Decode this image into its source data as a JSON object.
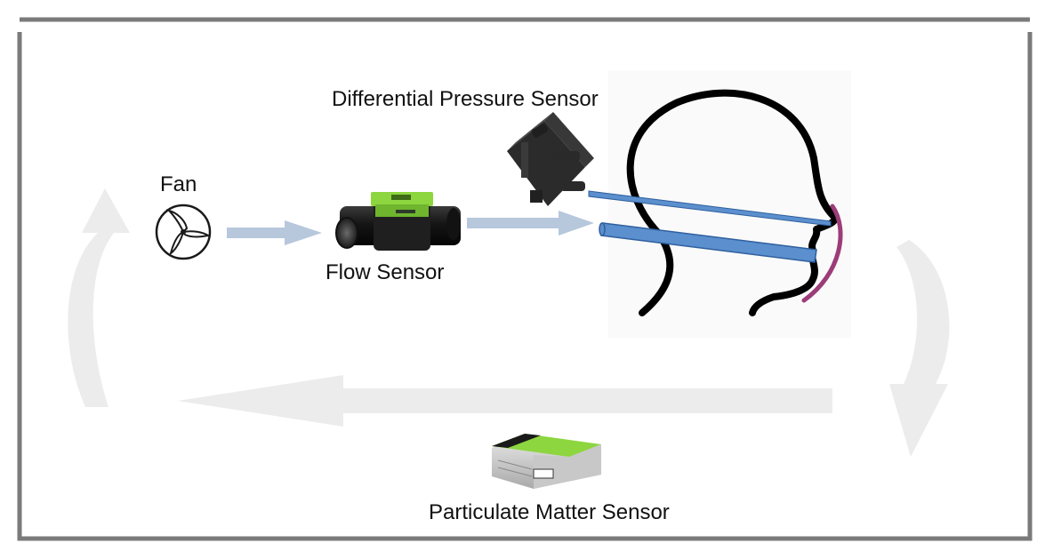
{
  "labels": {
    "fan": "Fan",
    "flow_sensor": "Flow Sensor",
    "differential_pressure_sensor": "Differential Pressure Sensor",
    "particulate_matter_sensor": "Particulate Matter Sensor"
  },
  "colors": {
    "frame": "#7a7a7a",
    "flow_arrow": "#b7c7dc",
    "return_arrow": "#ececec",
    "tube": "#5b8fce",
    "tube_outline": "#2f5f9e",
    "mask": "#9c3c78",
    "head_outline": "#000000",
    "sensor_green": "#8dd63f",
    "sensor_dark": "#1a1a1a"
  },
  "icons": {
    "fan": "fan-icon",
    "flow_sensor": "flow-sensor-icon",
    "differential_pressure_sensor": "pressure-sensor-icon",
    "particulate_matter_sensor": "pm-sensor-icon",
    "head": "head-profile-icon"
  }
}
